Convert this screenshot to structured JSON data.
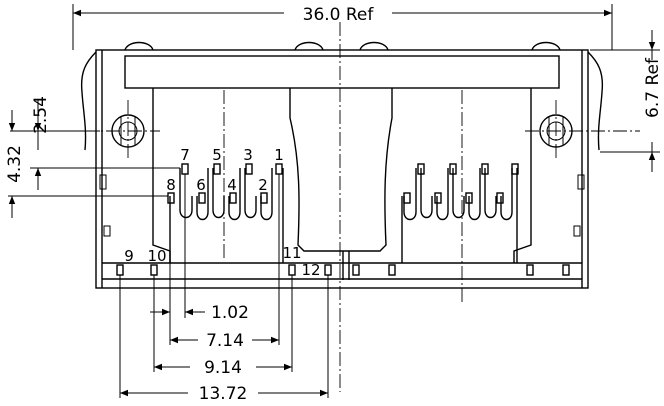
{
  "dimensions": {
    "overall_width": "36.0 Ref",
    "height_ref": "6.7 Ref",
    "pitch_row_offset": "2.54",
    "row_height": "4.32",
    "pin_spacing_small": "1.02",
    "pin_spacing_7_1": "7.14",
    "pin_spacing_10_11": "9.14",
    "pin_spacing_9_12": "13.72"
  },
  "pin_labels": {
    "p1": "1",
    "p2": "2",
    "p3": "3",
    "p4": "4",
    "p5": "5",
    "p6": "6",
    "p7": "7",
    "p8": "8",
    "p9": "9",
    "p10": "10",
    "p11": "11",
    "p12": "12"
  }
}
